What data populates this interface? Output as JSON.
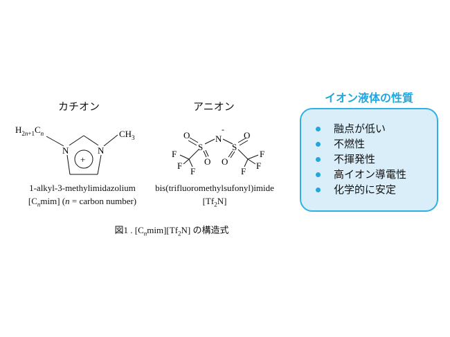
{
  "cation": {
    "heading": "カチオン",
    "left_group": {
      "main": "H",
      "sub1": "2",
      "sub1_italic": "n",
      "sub2": "+1",
      "c": "C",
      "sub3": "n"
    },
    "right_group": {
      "main": "CH",
      "sub": "3"
    },
    "n_label": "N",
    "plus_label": "+",
    "name": "1-alkyl-3-methylimidazolium",
    "abbrev": {
      "open": "[C",
      "sub": "n",
      "mid": "mim] (",
      "n": "n",
      "rest": " = carbon number)"
    }
  },
  "anion": {
    "heading": "アニオン",
    "atoms": {
      "o": "O",
      "s": "S",
      "n": "N",
      "f": "F",
      "minus": "-"
    },
    "name": "bis(trifluoromethylsufonyl)imide",
    "abbrev": {
      "open": "[Tf",
      "sub": "2",
      "close": "N]"
    }
  },
  "caption": {
    "prefix": "図1 . [C",
    "sub_n": "n",
    "mid": "mim][Tf",
    "sub_2": "2",
    "end": "N] の構造式"
  },
  "properties_box": {
    "title": "イオン液体の性質",
    "items": [
      "融点が低い",
      "不燃性",
      "不揮発性",
      "高イオン導電性",
      "化学的に安定"
    ],
    "colors": {
      "border": "#2fb0e5",
      "fill": "#daeef9",
      "title": "#1fa7e0",
      "bullet": "#1fa7e0"
    }
  }
}
